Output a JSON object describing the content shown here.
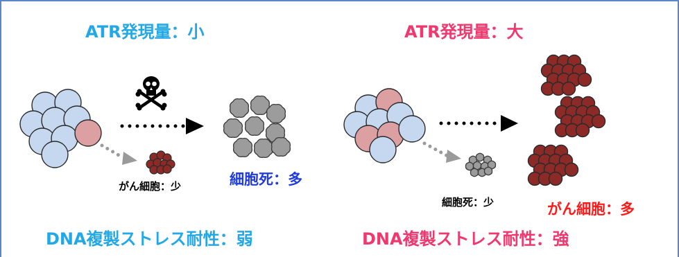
{
  "left_panel": {
    "title": "ATR発現量：小",
    "cancer_cell_label": "がん細胞：少",
    "cell_death_label": "細胞死：多",
    "footer": "DNA複製ストレス耐性：弱"
  },
  "right_panel": {
    "title": "ATR発現量：大",
    "cell_death_label": "細胞死：少",
    "cancer_cell_label": "がん細胞：多",
    "footer": "DNA複製ストレス耐性：強"
  },
  "colors": {
    "low_accent": "#22a8e6",
    "high_accent": "#f0386e",
    "normal_cell": "#c5d8ef",
    "atr_high_cell": "#dca0a2",
    "cancer_cell": "#8b2a26",
    "dead_cell": "#9c9c9c",
    "border": "#5a86c9"
  },
  "icons": [
    "skull-crossbones-icon"
  ]
}
